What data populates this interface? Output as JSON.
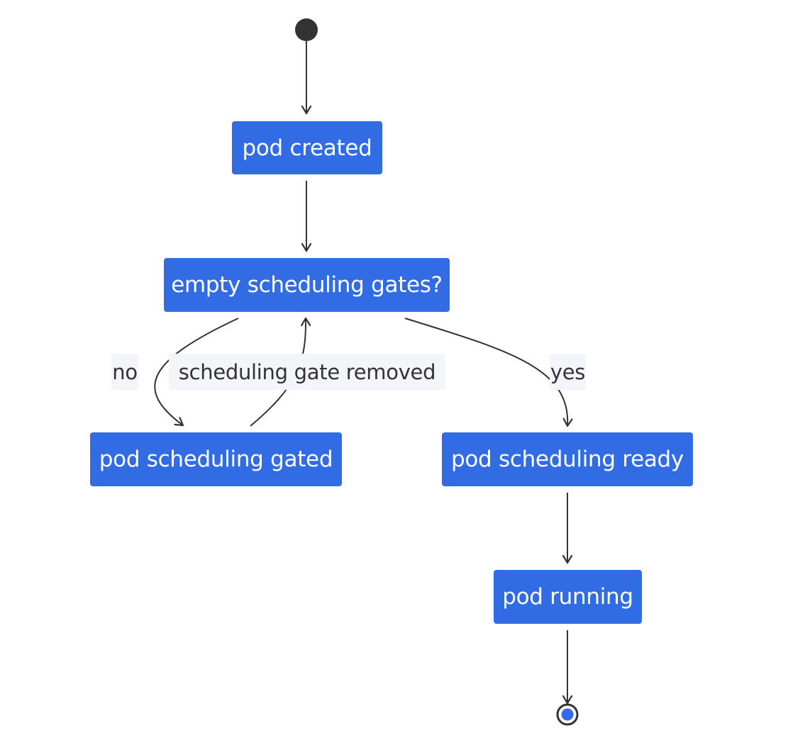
{
  "diagram": {
    "type": "state",
    "colors": {
      "node_fill": "#326ce5",
      "node_text": "#ffffff",
      "edge": "#333333",
      "label_bg": "#f4f4fb",
      "label_text": "#333333",
      "start_marker": "#333333",
      "end_marker_fill": "#326ce5"
    },
    "nodes": [
      {
        "id": "start",
        "kind": "start"
      },
      {
        "id": "created",
        "kind": "state",
        "label": "pod created"
      },
      {
        "id": "gates",
        "kind": "state",
        "label": "empty scheduling gates?"
      },
      {
        "id": "gated",
        "kind": "state",
        "label": "pod scheduling gated"
      },
      {
        "id": "ready",
        "kind": "state",
        "label": "pod scheduling ready"
      },
      {
        "id": "running",
        "kind": "state",
        "label": "pod running"
      },
      {
        "id": "end",
        "kind": "end"
      }
    ],
    "edges": [
      {
        "id": "e-start-created",
        "from": "start",
        "to": "created",
        "label": ""
      },
      {
        "id": "e-created-gates",
        "from": "created",
        "to": "gates",
        "label": ""
      },
      {
        "id": "e-gates-gated",
        "from": "gates",
        "to": "gated",
        "label": "no"
      },
      {
        "id": "e-gated-gates",
        "from": "gated",
        "to": "gates",
        "label": "scheduling gate removed"
      },
      {
        "id": "e-gates-ready",
        "from": "gates",
        "to": "ready",
        "label": "yes"
      },
      {
        "id": "e-ready-running",
        "from": "ready",
        "to": "running",
        "label": ""
      },
      {
        "id": "e-running-end",
        "from": "running",
        "to": "end",
        "label": ""
      }
    ]
  }
}
